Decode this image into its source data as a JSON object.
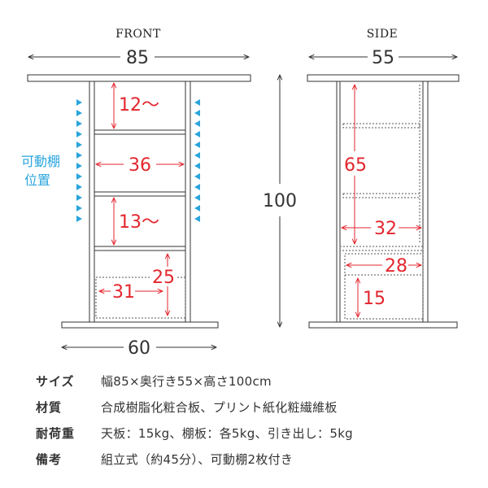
{
  "front": {
    "heading": "FRONT",
    "width": "85",
    "inner_height_top": "12〜",
    "inner_height_middle": "36",
    "inner_height_lower": "13〜",
    "drawer_height": "25",
    "drawer_width": "31",
    "base_width": "60",
    "shelf_label_line1": "可動棚",
    "shelf_label_line2": "位置"
  },
  "side": {
    "heading": "SIDE",
    "depth": "55",
    "inner_height": "65",
    "shelf_depth": "32",
    "drawer_depth": "28",
    "drawer_height": "15"
  },
  "overall_height": "100",
  "colors": {
    "dimension_red": "#e3262e",
    "shelf_marker_blue": "#2aa5dc",
    "outline": "#333333"
  },
  "specs": [
    {
      "key": "サイズ",
      "value": "幅85×奥行き55×高さ100cm"
    },
    {
      "key": "材質",
      "value": "合成樹脂化粧合板、プリント紙化粧繊維板"
    },
    {
      "key": "耐荷重",
      "value": "天板：15kg、棚板：各5kg、引き出し：5kg"
    },
    {
      "key": "備考",
      "value": "組立式（約45分）、可動棚2枚付き"
    }
  ]
}
